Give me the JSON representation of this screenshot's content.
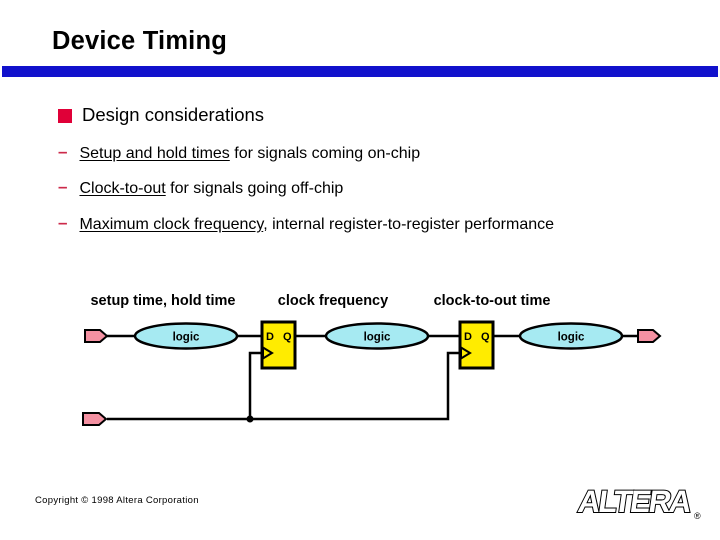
{
  "colors": {
    "bar-blue": "#1111cc",
    "accent-red": "#e00038",
    "dash-red": "#cc2a4a",
    "ff-yellow": "#ffec00",
    "logic-cyan": "#a6eaf2",
    "pin-pink": "#f491a2",
    "line-black": "#000000"
  },
  "title": "Device Timing",
  "bullets": {
    "main": "Design considerations",
    "items": [
      {
        "dash": "–",
        "underlined": "Setup and hold times",
        "rest": " for signals coming on-chip"
      },
      {
        "dash": "–",
        "underlined": "Clock-to-out",
        "rest": " for signals going off-chip"
      },
      {
        "dash": "–",
        "underlined": "Maximum clock frequency",
        "rest": ", internal register-to-register performance"
      }
    ]
  },
  "diagram": {
    "labels": [
      "setup time, hold time",
      "clock frequency",
      "clock-to-out time"
    ],
    "logic_label": "logic",
    "ff": {
      "d": "D",
      "q": "Q"
    }
  },
  "footer": {
    "copyright": "Copyright © 1998 Altera Corporation",
    "logo_text": "ALTERA",
    "logo_registered": "®"
  }
}
